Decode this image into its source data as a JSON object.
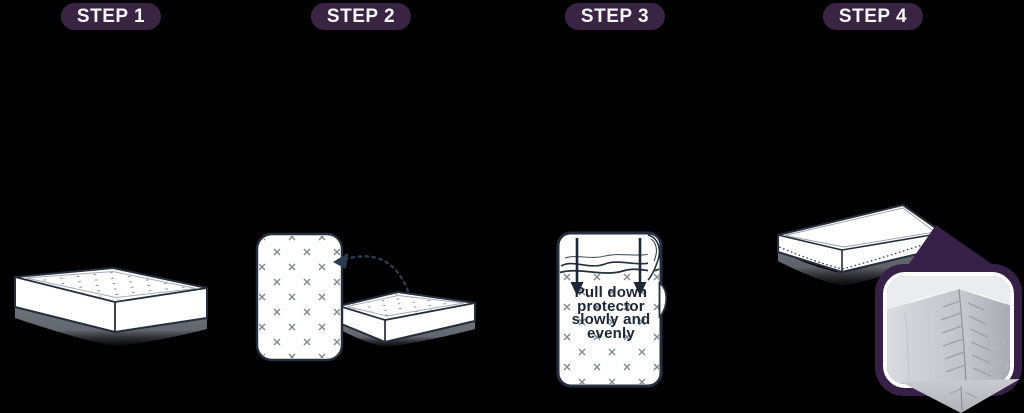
{
  "colors": {
    "background": "#000000",
    "badge_bg": "#392543",
    "badge_text": "#f8f7fa",
    "outline": "#242e3c",
    "pattern_mark": "#81878f",
    "base_shadow": "#6e737b",
    "purple": "#362047",
    "arrow": "#2b3b52",
    "caption_text": "#1c2634"
  },
  "steps": [
    {
      "label": "STEP 1"
    },
    {
      "label": "STEP 2"
    },
    {
      "label": "STEP 3",
      "caption": "Pull down protector slowly and evenly"
    },
    {
      "label": "STEP 4"
    }
  ]
}
